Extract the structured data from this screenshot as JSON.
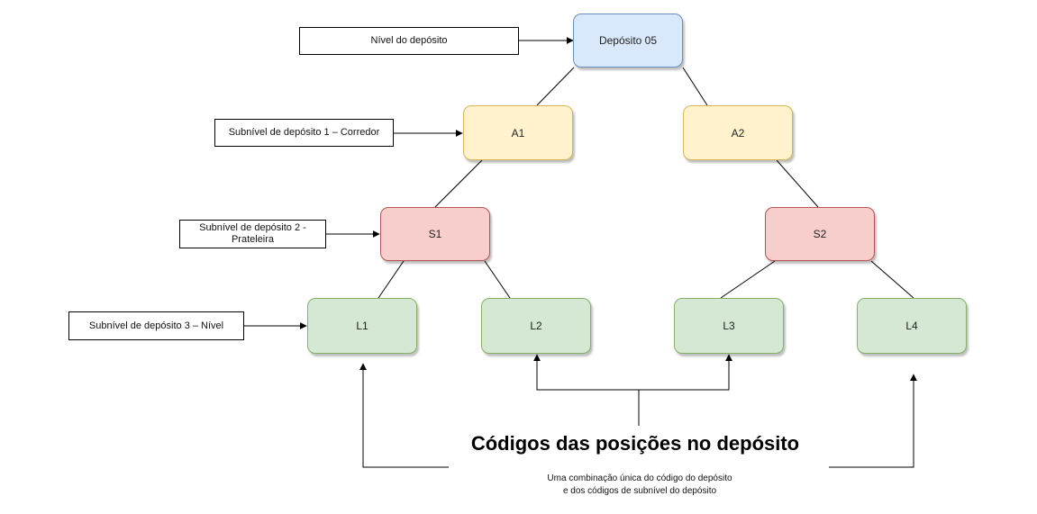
{
  "nodes": {
    "warehouse": "Depósito 05",
    "a1": "A1",
    "a2": "A2",
    "s1": "S1",
    "s2": "S2",
    "l1": "L1",
    "l2": "L2",
    "l3": "L3",
    "l4": "L4"
  },
  "labels": {
    "warehouse_level": "Nível do depósito",
    "sublevel_1": "Subnível de depósito 1 – Corredor",
    "sublevel_2_line1": "Subnível de depósito 2 -",
    "sublevel_2_line2": "Prateleira",
    "sublevel_3": "Subnível de depósito 3 – Nível"
  },
  "footer": {
    "title": "Códigos das posições no depósito",
    "subtitle_line1": "Uma combinação única do código do depósito",
    "subtitle_line2": "e dos códigos de subnível do depósito"
  },
  "colors": {
    "warehouse": "#dae8fc",
    "aisle": "#fff2cc",
    "shelf": "#f8cecc",
    "level": "#d5e8d4"
  }
}
